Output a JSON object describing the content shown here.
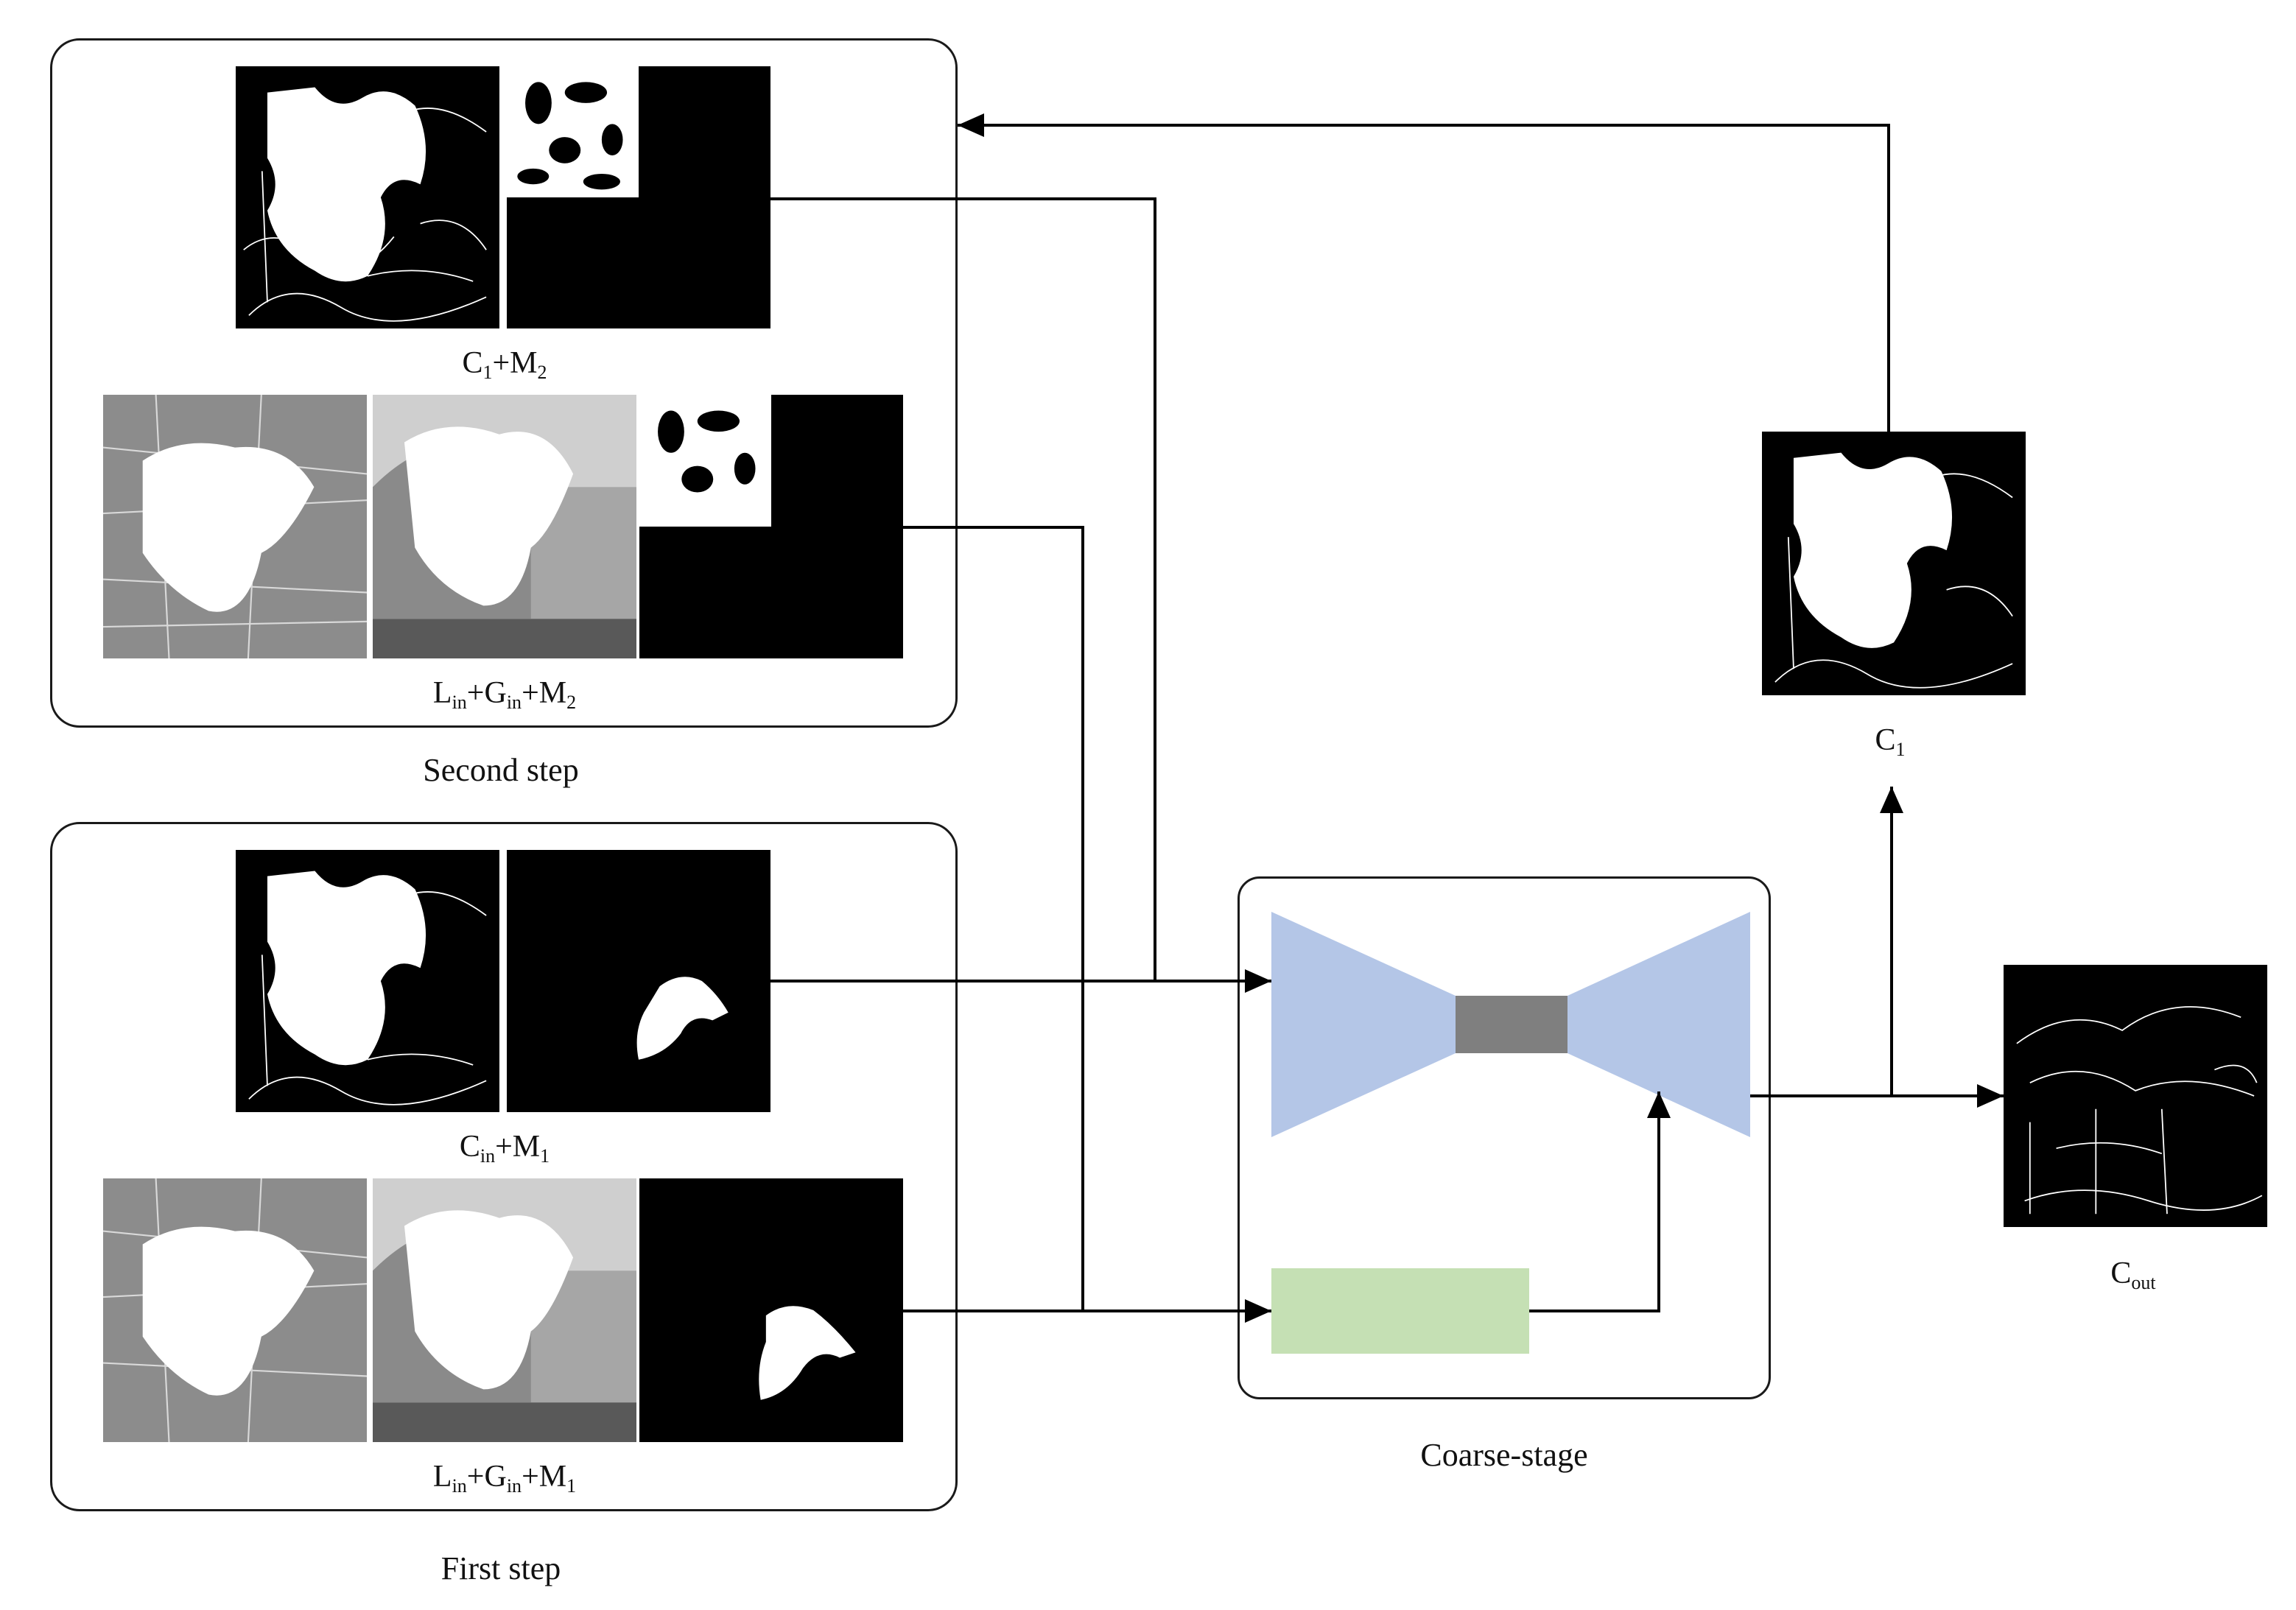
{
  "second_step": {
    "caption": "Second step",
    "row1_label": {
      "a": "C",
      "a_sub": "1",
      "b": "+M",
      "b_sub": "2"
    },
    "row2_label": {
      "a": "L",
      "a_sub": "in",
      "b": "+G",
      "b_sub": "in",
      "c": "+M",
      "c_sub": "2"
    }
  },
  "first_step": {
    "caption": "First step",
    "row1_label": {
      "a": "C",
      "a_sub": "in",
      "b": "+M",
      "b_sub": "1"
    },
    "row2_label": {
      "a": "L",
      "a_sub": "in",
      "b": "+G",
      "b_sub": "in",
      "c": "+M",
      "c_sub": "1"
    }
  },
  "coarse_stage": {
    "caption": "Coarse-stage",
    "encoder_color": "#b4c6e7",
    "bottleneck_color": "#7f7f7f",
    "aux_block_color": "#c5e0b4"
  },
  "c1_output": {
    "a": "C",
    "a_sub": "1"
  },
  "cout_output": {
    "a": "C",
    "a_sub": "out"
  }
}
